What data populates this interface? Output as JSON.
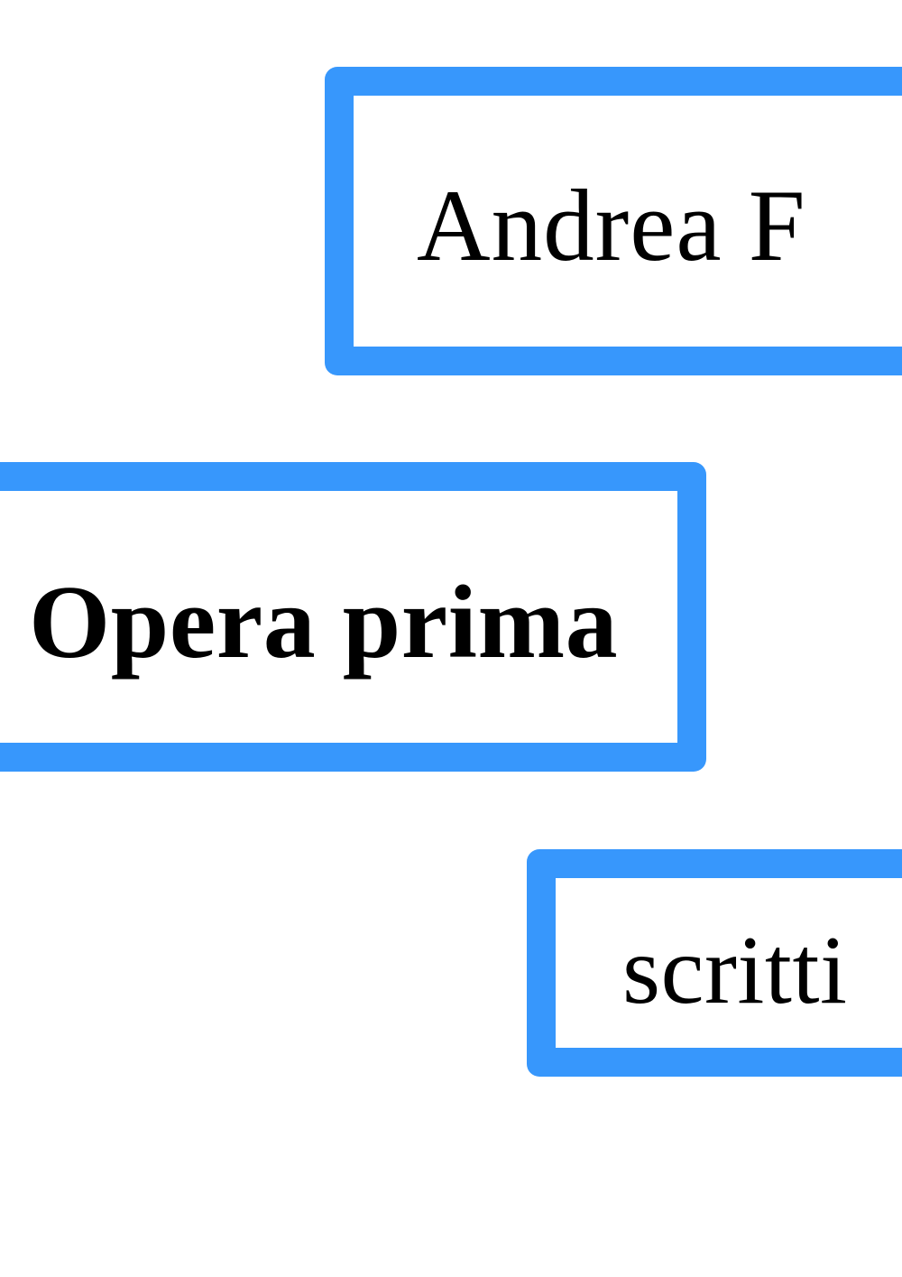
{
  "cover": {
    "author": "Andrea F",
    "title": "Opera prima",
    "genre": "scritti"
  },
  "colors": {
    "frame": "#3797fc",
    "background": "#ffffff",
    "text": "#000000"
  }
}
